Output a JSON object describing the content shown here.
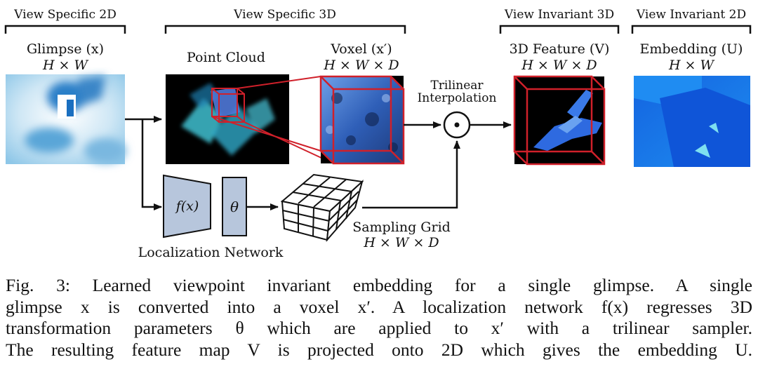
{
  "sections": {
    "view_specific_2d": "View Specific 2D",
    "view_specific_3d": "View Specific 3D",
    "view_invariant_3d": "View Invariant 3D",
    "view_invariant_2d": "View Invariant 2D"
  },
  "glimpse": {
    "title": "Glimpse (x)",
    "dims": "H × W"
  },
  "point_cloud": {
    "title": "Point Cloud"
  },
  "voxel": {
    "title": "Voxel (x′)",
    "dims": "H × W × D"
  },
  "trilinear": {
    "line1": "Trilinear",
    "line2": "Interpolation",
    "symbol": "⊙"
  },
  "feature3d": {
    "title": "3D Feature (V)",
    "dims": "H × W × D"
  },
  "embedding": {
    "title": "Embedding (U)",
    "dims": "H × W"
  },
  "localization": {
    "f_label": "f(x)",
    "theta_label": "θ",
    "title": "Localization Network"
  },
  "sampling_grid": {
    "title": "Sampling Grid",
    "dims": "H × W × D"
  },
  "caption": {
    "lines": [
      "Fig. 3: Learned viewpoint invariant embedding for a single glimpse. A single",
      "glimpse x is converted into a voxel x′. A localization network f(x) regresses 3D",
      "transformation parameters θ which are applied to x′ with a trilinear sampler.",
      "The resulting feature map V is projected onto 2D which gives the embedding U."
    ]
  },
  "colors": {
    "image_blue": "#1f7fe8",
    "cyan": "#5ad6e8",
    "voxel_edge": "#d0202a",
    "loc_box": "#b7c6dc"
  }
}
